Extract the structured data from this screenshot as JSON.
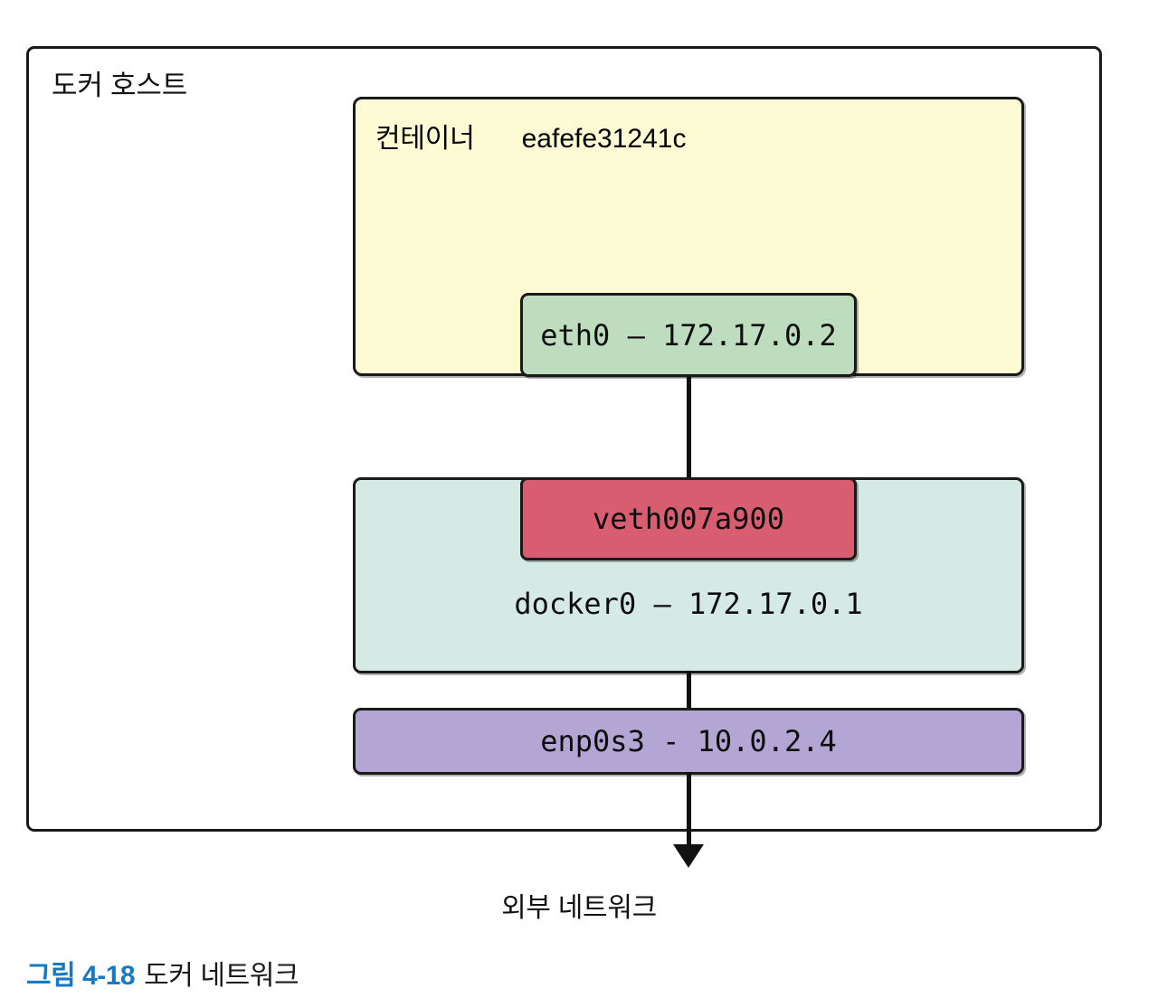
{
  "figure": {
    "host": {
      "label": "도커 호스트"
    },
    "container": {
      "label": "컨테이너",
      "id": "eafefe31241c",
      "fill": "#FCFBD4"
    },
    "interfaces": {
      "eth0": {
        "label": "eth0 — 172.17.0.2",
        "fill": "#BEDCBE"
      },
      "veth": {
        "label": "veth007a900",
        "fill": "#D85D70"
      },
      "docker0": {
        "label": "docker0 — 172.17.0.1",
        "fill": "#D5EAE5"
      },
      "enp0s3": {
        "label": "enp0s3 - 10.0.2.4",
        "fill": "#B3A6D4"
      }
    },
    "external": {
      "label": "외부 네트워크"
    },
    "caption": {
      "number": "그림 4-18",
      "text": "도커 네트워크",
      "number_color": "#1579C4"
    }
  }
}
